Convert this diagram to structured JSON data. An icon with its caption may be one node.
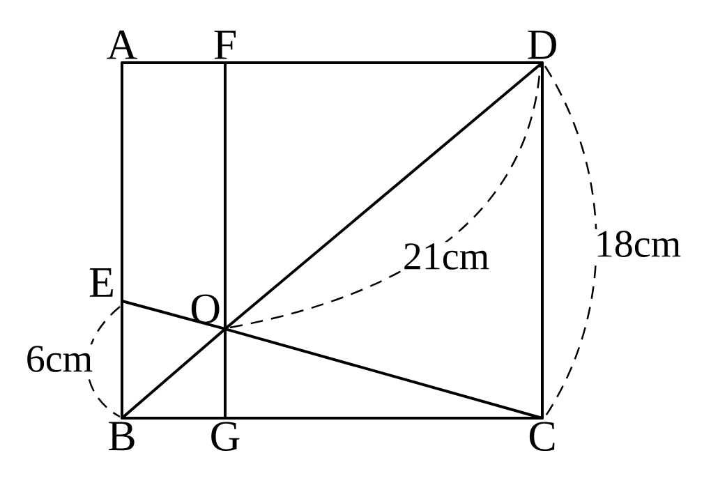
{
  "diagram": {
    "nodes": [
      {
        "text": [
          "A"
        ]
      },
      {
        "text": [
          "F"
        ]
      },
      {
        "text": [
          "D"
        ]
      },
      {
        "text": [
          "E"
        ]
      },
      {
        "text": [
          "O"
        ]
      },
      {
        "text": [
          "B"
        ]
      },
      {
        "text": [
          "G"
        ]
      },
      {
        "text": [
          "C"
        ]
      }
    ],
    "edges": [
      {
        "from": 0,
        "to": 1,
        "arrow": "none"
      },
      {
        "from": 1,
        "to": 2,
        "arrow": "none"
      },
      {
        "from": 0,
        "to": 3,
        "arrow": "none"
      },
      {
        "from": 3,
        "to": 5,
        "arrow": "none"
      },
      {
        "from": 5,
        "to": 6,
        "arrow": "none"
      },
      {
        "from": 6,
        "to": 7,
        "arrow": "none"
      },
      {
        "from": 2,
        "to": 7,
        "arrow": "none"
      },
      {
        "from": 1,
        "to": 4,
        "arrow": "none"
      },
      {
        "from": 4,
        "to": 6,
        "arrow": "none"
      },
      {
        "from": 5,
        "to": 4,
        "arrow": "none"
      },
      {
        "from": 4,
        "to": 2,
        "arrow": "none"
      },
      {
        "from": 3,
        "to": 4,
        "arrow": "none"
      },
      {
        "from": 4,
        "to": 7,
        "arrow": "none"
      }
    ],
    "labels": [
      "6cm",
      "21cm",
      "18cm"
    ]
  }
}
